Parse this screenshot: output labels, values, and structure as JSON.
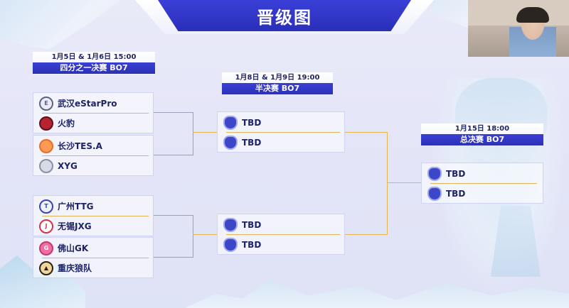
{
  "title": "晋级图",
  "stages": {
    "quarterfinal": {
      "date": "1月5日 & 1月6日  15:00",
      "round": "四分之一决赛  BO7"
    },
    "semifinal": {
      "date": "1月8日 & 1月9日  19:00",
      "round": "半决赛  BO7"
    },
    "final": {
      "date": "1月15日 18:00",
      "round": "总决赛  BO7"
    }
  },
  "quarterfinal_matches": [
    {
      "team_a": "武汉eStarPro",
      "team_b": "火豹"
    },
    {
      "team_a": "长沙TES.A",
      "team_b": "XYG"
    },
    {
      "team_a": "广州TTG",
      "team_b": "无锡JXG"
    },
    {
      "team_a": "佛山GK",
      "team_b": "重庆狼队"
    }
  ],
  "semifinal_matches": [
    {
      "team_a": "TBD",
      "team_b": "TBD"
    },
    {
      "team_a": "TBD",
      "team_b": "TBD"
    }
  ],
  "final_match": {
    "team_a": "TBD",
    "team_b": "TBD"
  },
  "colors": {
    "banner_blue": "#2c31b6",
    "connector_gold": "#e5b550",
    "team_text": "#1d2366"
  },
  "icons": {
    "estar": "estar-logo-icon",
    "huoyao": "huoyao-logo-icon",
    "tes": "tes-logo-icon",
    "xyg": "xyg-logo-icon",
    "ttg": "ttg-logo-icon",
    "jxg": "jxg-logo-icon",
    "gk": "gk-logo-icon",
    "wolf": "wolves-logo-icon",
    "tbd": "kpl-shield-icon"
  }
}
